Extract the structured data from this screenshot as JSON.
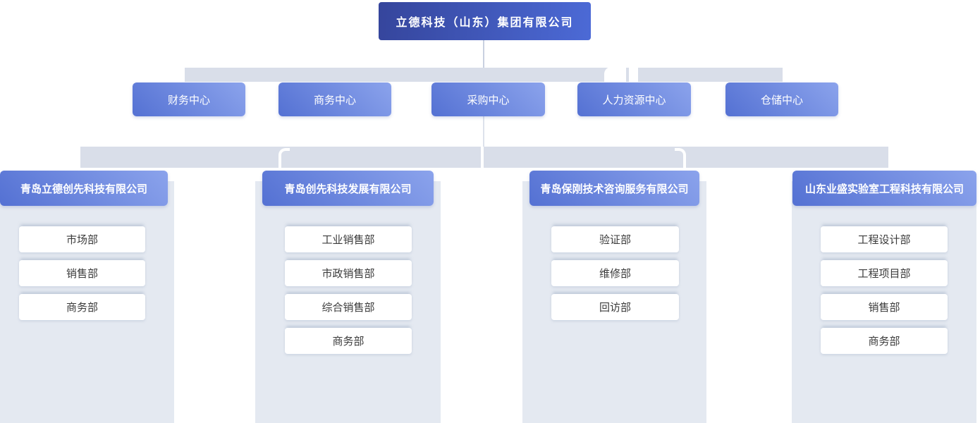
{
  "root": {
    "label": "立德科技（山东）集团有限公司"
  },
  "centers": [
    {
      "label": "财务中心"
    },
    {
      "label": "商务中心"
    },
    {
      "label": "采购中心"
    },
    {
      "label": "人力资源中心"
    },
    {
      "label": "仓储中心"
    }
  ],
  "companies": [
    {
      "name": "青岛立德创先科技有限公司",
      "departments": [
        "市场部",
        "销售部",
        "商务部"
      ]
    },
    {
      "name": "青岛创先科技发展有限公司",
      "departments": [
        "工业销售部",
        "市政销售部",
        "综合销售部",
        "商务部"
      ]
    },
    {
      "name": "青岛保刚技术咨询服务有限公司",
      "departments": [
        "验证部",
        "维修部",
        "回访部"
      ]
    },
    {
      "name": "山东业盛实验室工程科技有限公司",
      "departments": [
        "工程设计部",
        "工程项目部",
        "销售部",
        "商务部"
      ]
    }
  ],
  "colors": {
    "root_gradient_start": "#35459c",
    "root_gradient_end": "#4c6ad6",
    "node_gradient_light": "#8ba3ec",
    "node_gradient_dark": "#5471d3",
    "connector_band": "#d9dee9",
    "column_panel": "#e4e9f1",
    "department_text": "#3b3b3b"
  }
}
